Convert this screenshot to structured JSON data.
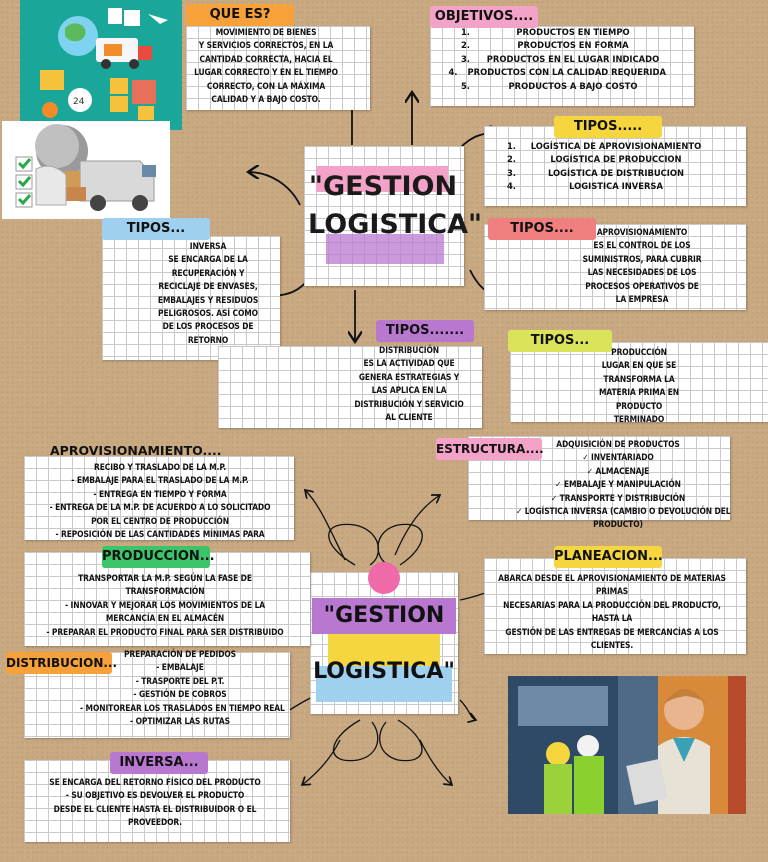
{
  "title_top": {
    "line1": "\"GESTION",
    "line2": "LOGISTICA\""
  },
  "title_bottom": {
    "line1": "\"GESTION",
    "line2": "LOGISTICA\""
  },
  "que_es": {
    "tag": "QUE ES?",
    "lines": [
      "MOVIMIENTO DE BIENES",
      "Y SERVICIOS CORRECTOS, EN LA",
      "CANTIDAD CORRECTA, HACIA EL",
      "LUGAR CORRECTO Y EN EL TIEMPO",
      "CORRECTO, CON LA MÁXIMA",
      "CALIDAD Y A BAJO COSTO."
    ]
  },
  "objetivos": {
    "tag": "OBJETIVOS....",
    "items": [
      {
        "num": "1.",
        "text": "PRODUCTOS EN TIEMPO"
      },
      {
        "num": "2.",
        "text": "PRODUCTOS EN FORMA"
      },
      {
        "num": "3.",
        "text": "PRODUCTOS EN EL LUGAR INDICADO"
      },
      {
        "num": "4.",
        "text": "PRODUCTOS CON LA CALIDAD REQUERIDA"
      },
      {
        "num": "5.",
        "text": "PRODUCTOS A BAJO COSTO"
      }
    ]
  },
  "tipos_list": {
    "tag": "TIPOS.....",
    "items": [
      {
        "num": "1.",
        "text": "LOGÍSTICA DE APROVISIONAMIENTO"
      },
      {
        "num": "2.",
        "text": "LOGÍSTICA DE PRODUCCION"
      },
      {
        "num": "3.",
        "text": "LOGÍSTICA DE DISTRIBUCION"
      },
      {
        "num": "4.",
        "text": "LOGISTICA INVERSA"
      }
    ]
  },
  "tipos_inversa": {
    "tag": "TIPOS...",
    "lines": [
      "INVERSA",
      "SE ENCARGA DE LA",
      "RECUPERACIÓN Y",
      "RECICLAJE DE ENVASES,",
      "EMBALAJES Y RESIDUOS",
      "PELIGROSOS. ASÍ COMO",
      "DE LOS PROCESOS DE",
      "RETORNO"
    ]
  },
  "tipos_aprov": {
    "tag": "TIPOS....",
    "lines": [
      "APROVISIONAMIENTO",
      "ES EL CONTROL DE LOS",
      "SUMINISTROS, PARA CUBRIR",
      "LAS NECESIDADES DE LOS",
      "PROCESOS OPERATIVOS DE",
      "LA EMPRESA"
    ]
  },
  "tipos_distrib": {
    "tag": "TIPOS.......",
    "lines": [
      "DISTRIBUCIÓN",
      "ES LA ACTIVIDAD QUE",
      "GENERA ESTRATEGIAS Y",
      "LAS APLICA EN LA",
      "DISTRIBUCIÓN Y SERVICIO",
      "AL CLIENTE"
    ]
  },
  "tipos_prod": {
    "tag": "TIPOS...",
    "lines": [
      "PRODUCCIÓN",
      "LUGAR EN QUE SE",
      "TRANSFORMA LA",
      "MATERIA PRIMA EN",
      "PRODUCTO",
      "TERMINADO"
    ]
  },
  "aprovisionamiento": {
    "tag": "APROVISIONAMIENTO....",
    "lines": [
      "RECIBO Y TRASLADO DE LA M.P.",
      "- EMBALAJE PARA EL TRASLADO DE LA M.P.",
      "- ENTREGA EN TIEMPO Y FORMA",
      "- ENTREGA DE LA M.P. DE ACUERDO A LO SOLICITADO",
      "POR EL CENTRO DE PRODUCCIÓN",
      "- REPOSICIÓN DE LAS CANTIDADES MÍNIMAS PARA"
    ]
  },
  "estructura": {
    "tag": "ESTRUCTURA....",
    "lines": [
      "ADQUISICIÓN DE PRODUCTOS",
      "✓ INVENTARIADO",
      "✓ ALMACENAJE",
      "✓ EMBALAJE Y MANIPULACIÓN",
      "✓ TRANSPORTE Y DISTRIBUCIÓN",
      "✓ LOGÍSTICA INVERSA (CAMBIO O DEVOLUCIÓN DEL",
      "PRODUCTO)"
    ]
  },
  "produccion": {
    "tag": "PRODUCCION...",
    "lines": [
      "TRANSPORTAR LA M.P. SEGÚN LA FASE DE",
      "TRANSFORMACIÓN",
      "- INNOVAR Y MEJORAR LOS MOVIMIENTOS DE LA",
      "MERCANCÍA EN EL ALMACÉN",
      "- PREPARAR EL PRODUCTO FINAL PARA SER DISTRIBUIDO"
    ]
  },
  "planeacion": {
    "tag": "PLANEACION...",
    "lines": [
      "ABARCA DESDE EL APROVISIONAMIENTO DE MATERIAS",
      "PRIMAS",
      "NECESARIAS PARA LA PRODUCCIÓN DEL PRODUCTO,",
      "HASTA LA",
      "GESTIÓN DE LAS ENTREGAS DE MERCANCÍAS A LOS",
      "CLIENTES."
    ]
  },
  "distribucion": {
    "tag": "DISTRIBUCION...",
    "lines": [
      "PREPARACIÓN DE PEDIDOS",
      "- EMBALAJE",
      "- TRASPORTE DEL P.T.",
      "- GESTIÓN DE COBROS",
      "- MONITOREAR LOS TRASLADOS EN TIEMPO REAL",
      "- OPTIMIZAR LAS RUTAS"
    ]
  },
  "inversa": {
    "tag": "INVERSA...",
    "lines": [
      "SE ENCARGA DEL RETORNO FÍSICO DEL PRODUCTO",
      "- SU OBJETIVO ES DEVOLVER EL PRODUCTO",
      "DESDE EL CLIENTE HASTA EL DISTRIBUIDOR O EL",
      "PROVEEDOR."
    ]
  },
  "colors": {
    "orange": "#f6a13a",
    "pink": "#f4a3c8",
    "yellow": "#f6d63f",
    "red": "#f08080",
    "blue": "#9fd0f0",
    "purple": "#b878d0",
    "green": "#3cc46a",
    "lime": "#dbe35a"
  }
}
